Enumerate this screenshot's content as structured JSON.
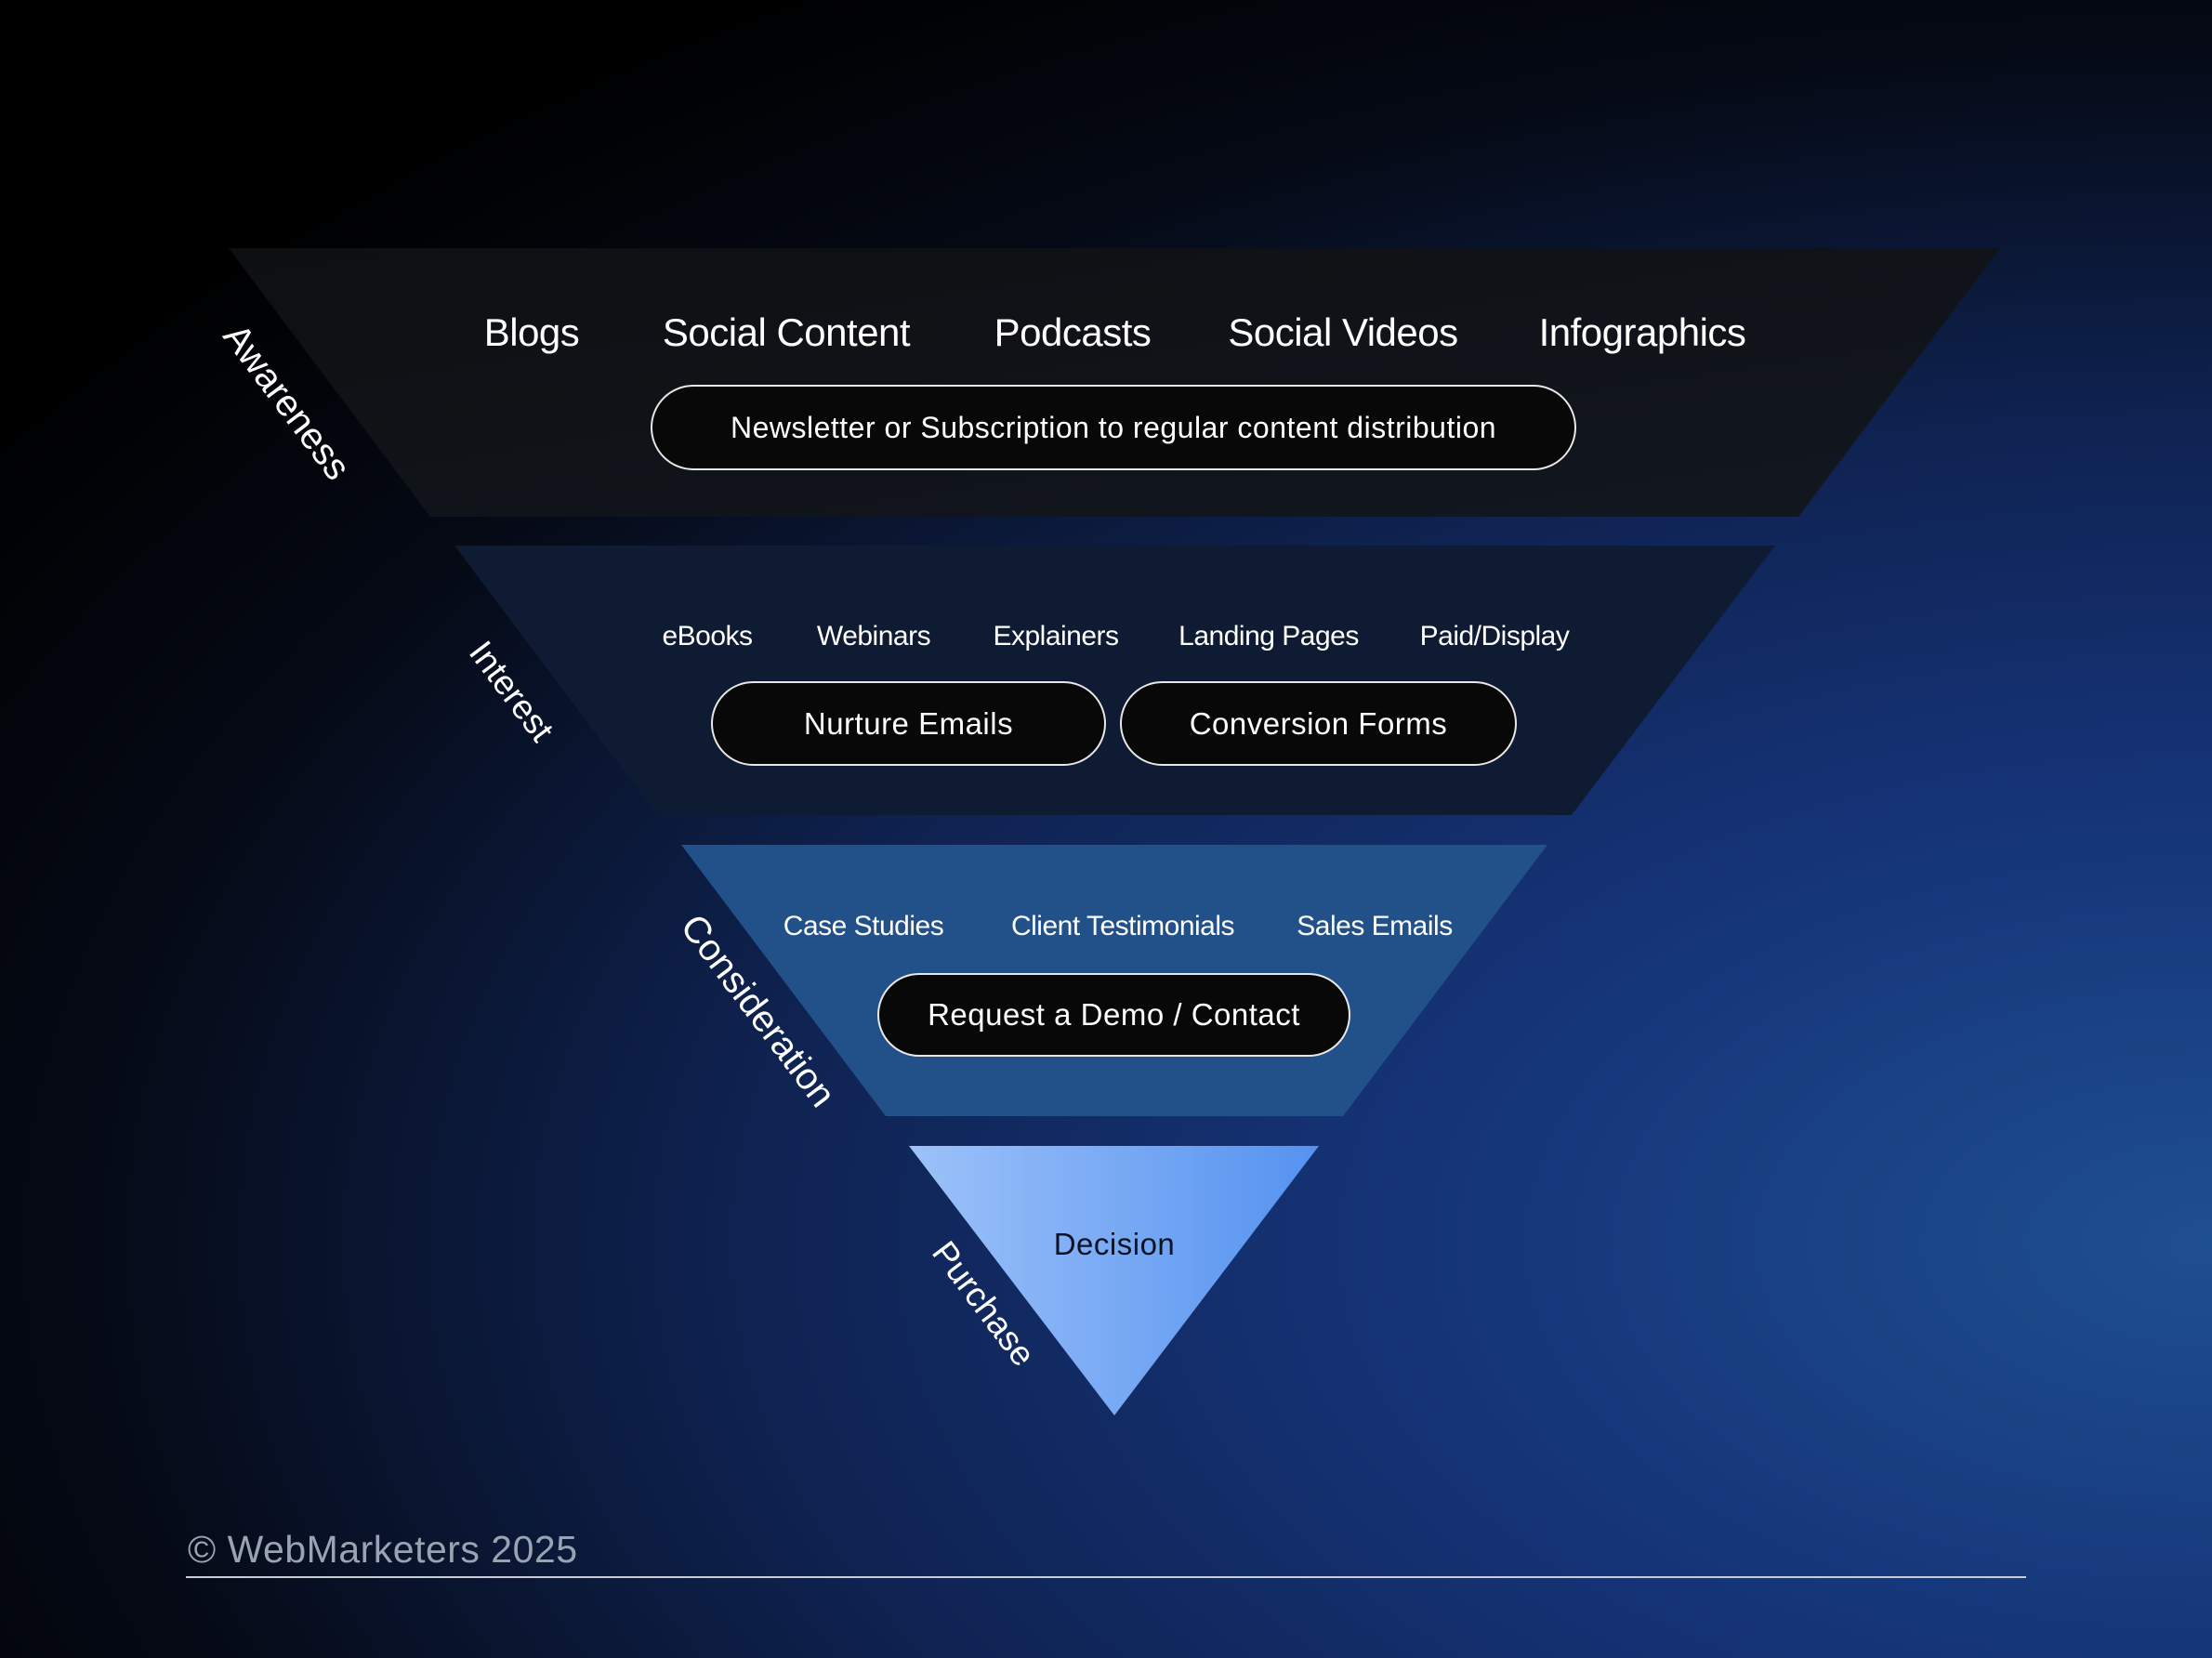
{
  "stages": {
    "awareness": {
      "label": "Awareness",
      "items": [
        "Blogs",
        "Social Content",
        "Podcasts",
        "Social Videos",
        "Infographics"
      ],
      "highlight": "Newsletter or Subscription to regular content distribution",
      "color": "#101215"
    },
    "interest": {
      "label": "Interest",
      "items": [
        "eBooks",
        "Webinars",
        "Explainers",
        "Landing Pages",
        "Paid/Display"
      ],
      "highlights": [
        "Nurture Emails",
        "Conversion Forms"
      ],
      "color": "#0f1b33"
    },
    "consideration": {
      "label": "Consideration",
      "items": [
        "Case Studies",
        "Client Testimonials",
        "Sales Emails"
      ],
      "highlight": "Request a Demo / Contact",
      "color": "#22518a"
    },
    "purchase": {
      "label": "Purchase",
      "center": "Decision",
      "color_start": "#9dc2f9",
      "color_end": "#5592f0"
    }
  },
  "footer": {
    "copyright": "© WebMarketers 2025"
  }
}
